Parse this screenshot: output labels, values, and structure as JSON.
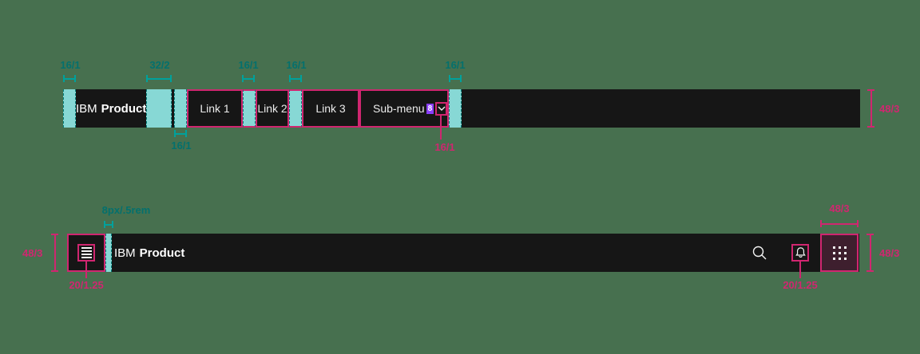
{
  "background": "#47704f",
  "colors": {
    "bar_background": "#161616",
    "magenta_accent": "#d02670",
    "teal_overlay": "#87d8d5",
    "teal_bracket": "#00a19c",
    "teal_text": "#04706d",
    "purple_badge": "#8a3ffc",
    "text": "#f4f4f4"
  },
  "top_spec": {
    "brand": {
      "prefix": "IBM",
      "name": "Product"
    },
    "links": [
      "Link 1",
      "Link 2",
      "Link 3"
    ],
    "submenu": {
      "label": "Sub-menu",
      "spacing_badge": "8"
    },
    "annotations": {
      "left_padding": "16/1",
      "brand_gap": "32/2",
      "link_gap_1": "16/1",
      "link_gap_2": "16/1",
      "trailing_gap": "16/1",
      "divider_gap": "16/1",
      "chevron_spacing": "16/1",
      "bar_height": "48/3"
    }
  },
  "bottom_spec": {
    "brand": {
      "prefix": "IBM",
      "name": "Product"
    },
    "annotations": {
      "menu_gap": "8px/.5rem",
      "bar_height_left": "48/3",
      "menu_icon_size": "20/1.25",
      "bell_icon_size": "20/1.25",
      "switcher_width": "48/3",
      "bar_height_right": "48/3"
    }
  }
}
